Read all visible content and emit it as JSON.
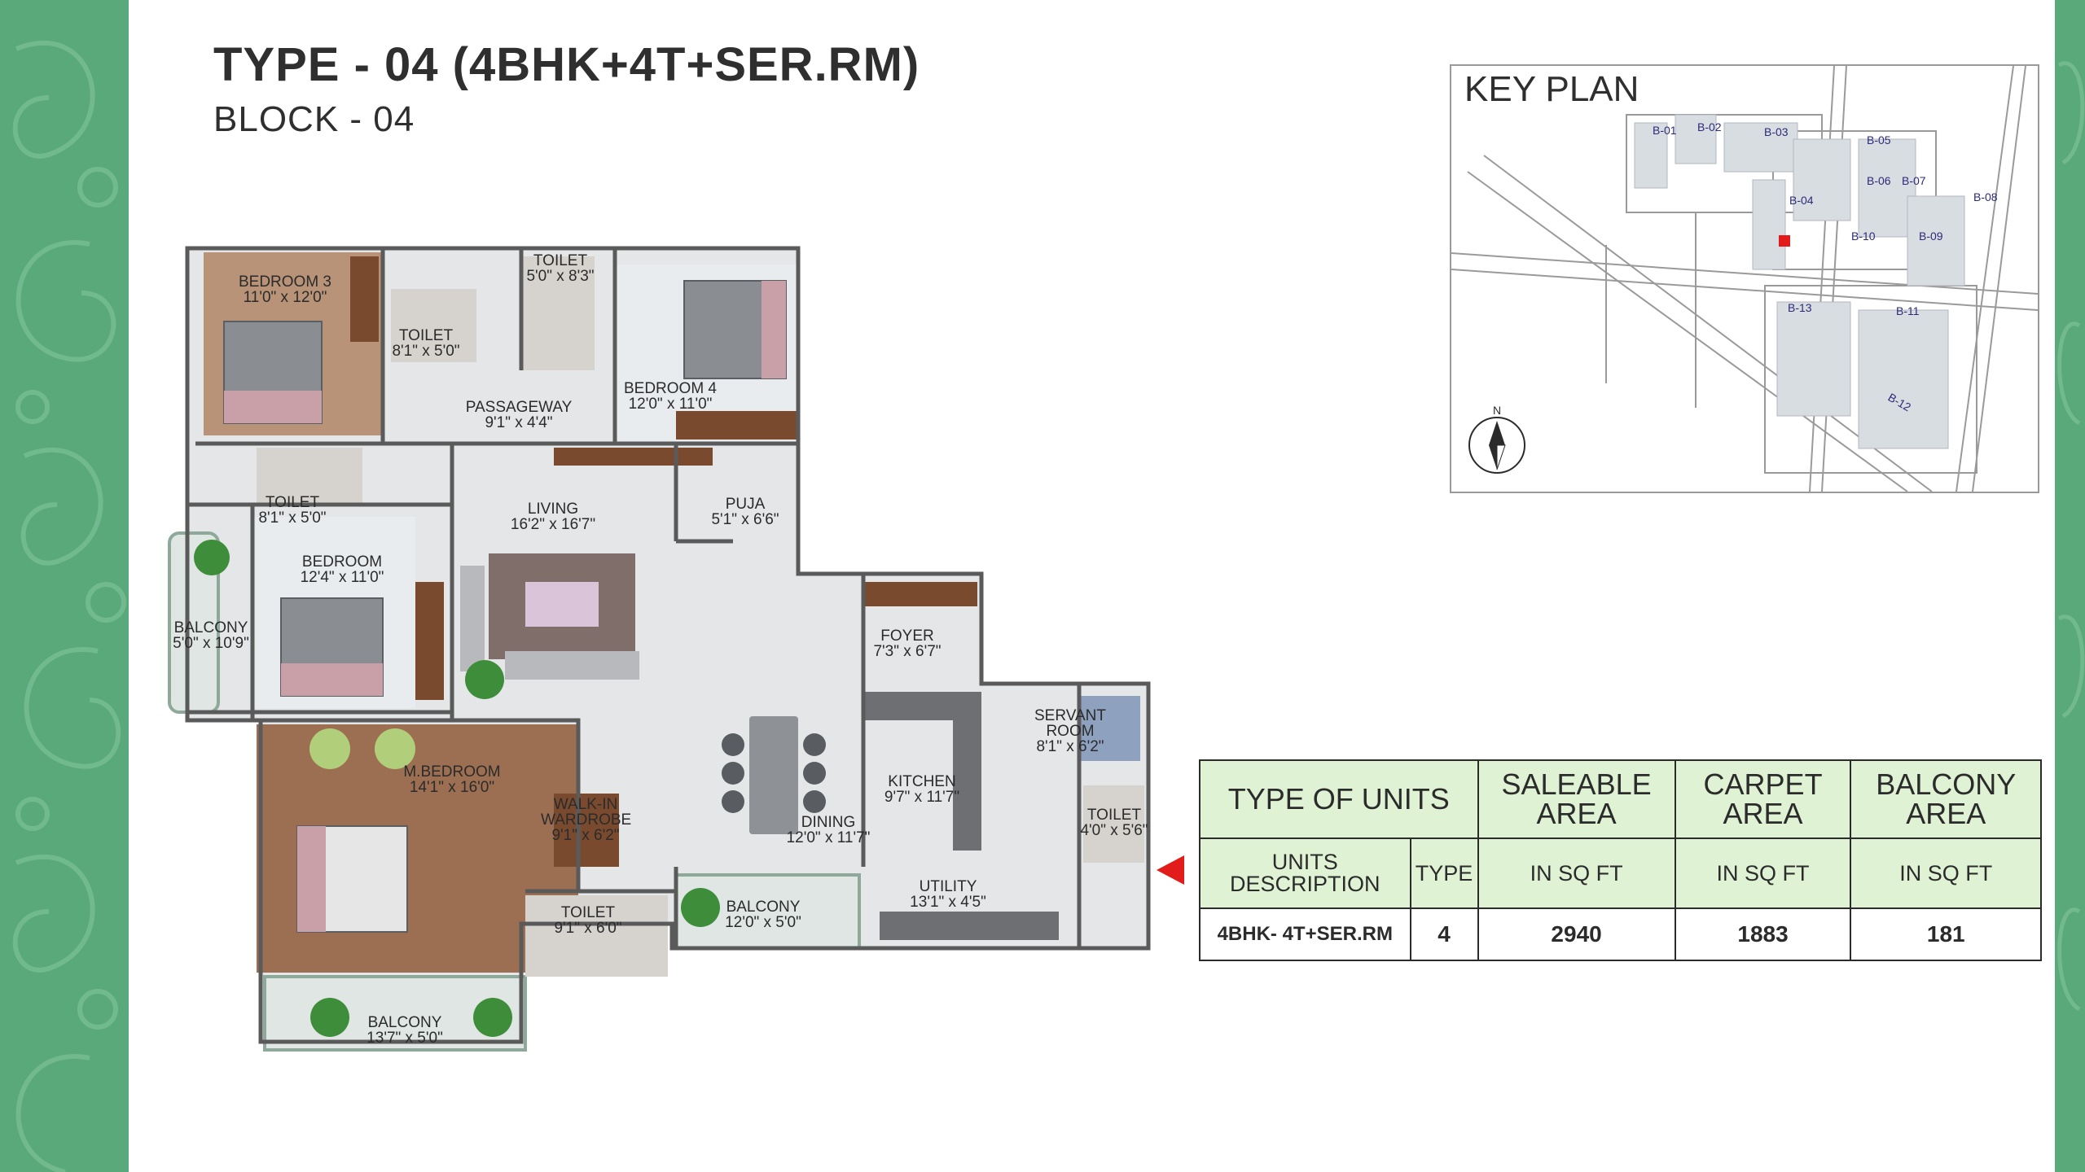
{
  "header": {
    "title": "TYPE - 04 (4BHK+4T+SER.RM)",
    "block": "BLOCK - 04"
  },
  "key_plan": {
    "title": "KEY PLAN",
    "north": "N",
    "blocks": [
      "B-01",
      "B-02",
      "B-03",
      "B-04",
      "B-05",
      "B-06",
      "B-07",
      "B-08",
      "B-09",
      "B-10",
      "B-11",
      "B-12",
      "B-13"
    ],
    "highlight_color": "#e21b1b"
  },
  "floor_plan": {
    "rooms": [
      {
        "name": "BEDROOM 3",
        "size": "11'0\" x 12'0\""
      },
      {
        "name": "TOILET",
        "size": "5'0\" x 8'3\""
      },
      {
        "name": "TOILET",
        "size": "8'1\" x 5'0\""
      },
      {
        "name": "BEDROOM 4",
        "size": "12'0\" x 11'0\""
      },
      {
        "name": "PASSAGEWAY",
        "size": "9'1\" x 4'4\""
      },
      {
        "name": "TOILET",
        "size": "8'1\" x 5'0\""
      },
      {
        "name": "LIVING",
        "size": "16'2\" x 16'7\""
      },
      {
        "name": "PUJA",
        "size": "5'1\" x 6'6\""
      },
      {
        "name": "BEDROOM",
        "size": "12'4\" x 11'0\""
      },
      {
        "name": "BALCONY",
        "size": "5'0\" x 10'9\""
      },
      {
        "name": "FOYER",
        "size": "7'3\" x 6'7\""
      },
      {
        "name": "SERVANT ROOM",
        "size": "8'1\" x 6'2\""
      },
      {
        "name": "M.BEDROOM",
        "size": "14'1\" x 16'0\""
      },
      {
        "name": "KITCHEN",
        "size": "9'7\" x 11'7\""
      },
      {
        "name": "WALK-IN WARDROBE",
        "size": "9'1\" x 6'2\""
      },
      {
        "name": "DINING",
        "size": "12'0\" x 11'7\""
      },
      {
        "name": "TOILET",
        "size": "4'0\" x 5'6\""
      },
      {
        "name": "BALCONY",
        "size": "12'0\" x 5'0\""
      },
      {
        "name": "UTILITY",
        "size": "13'1\" x 4'5\""
      },
      {
        "name": "TOILET",
        "size": "9'1\" x 6'0\""
      },
      {
        "name": "BALCONY",
        "size": "13'7\" x 5'0\""
      }
    ],
    "entry_marker_color": "#e21b1b"
  },
  "area_table": {
    "headers": {
      "type_of_units": "TYPE OF UNITS",
      "saleable": "SALEABLE AREA",
      "carpet": "CARPET AREA",
      "balcony": "BALCONY AREA"
    },
    "subheaders": {
      "units_description": "UNITS DESCRIPTION",
      "type": "TYPE",
      "saleable_unit": "IN SQ FT",
      "carpet_unit": "IN SQ FT",
      "balcony_unit": "IN SQ FT"
    },
    "rows": [
      {
        "description": "4BHK- 4T+SER.RM",
        "type": "4",
        "saleable": "2940",
        "carpet": "1883",
        "balcony": "181"
      }
    ],
    "header_color": "#dff3d4"
  },
  "colors": {
    "band": "#5aa97a",
    "wood": "#8a5a3c",
    "tile": "#e4e6e8"
  }
}
